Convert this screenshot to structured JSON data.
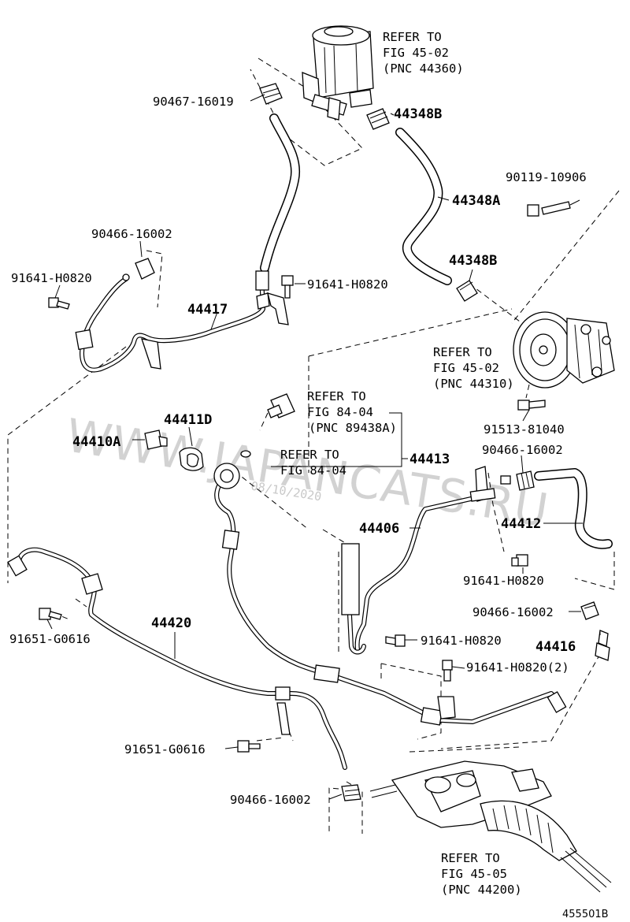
{
  "watermark": {
    "text": "WWW.JAPANCATS.RU",
    "date": "08/10/2020"
  },
  "diagram_code": "455501B",
  "refers": {
    "tank": [
      "REFER TO",
      "FIG 45-02",
      "(PNC 44360)"
    ],
    "pump": [
      "REFER TO",
      "FIG 45-02",
      "(PNC 44310)"
    ],
    "switch": [
      "REFER TO",
      "FIG 84-04",
      "(PNC 89438A)"
    ],
    "oring": [
      "REFER TO",
      "FIG 84-04"
    ],
    "gear": [
      "REFER TO",
      "FIG 45-05",
      "(PNC 44200)"
    ]
  },
  "labels": {
    "clip_top": "90467-16019",
    "clamp_b_top": "44348B",
    "hose_a": "44348A",
    "bolt_pump": "90119-10906",
    "clamp_b_low": "44348B",
    "clip_left": "90466-16002",
    "bolt_left": "91641-H0820",
    "bolt_mid": "91641-H0820",
    "tube_44417": "44417",
    "bolt_pump_low": "91513-81040",
    "part_44411D": "44411D",
    "part_44410A": "44410A",
    "tube_44413": "44413",
    "clip_right": "90466-16002",
    "tube_44406": "44406",
    "hose_44412": "44412",
    "bolt_right": "91641-H0820",
    "tube_44420": "44420",
    "bolt_left_low": "91651-G0616",
    "clip_right_low": "90466-16002",
    "bolt_right_mid": "91641-H0820",
    "part_44416": "44416",
    "bolt_right_low": "91641-H0820(2)",
    "bolt_bottom": "91651-G0616",
    "clip_bottom": "90466-16002"
  }
}
